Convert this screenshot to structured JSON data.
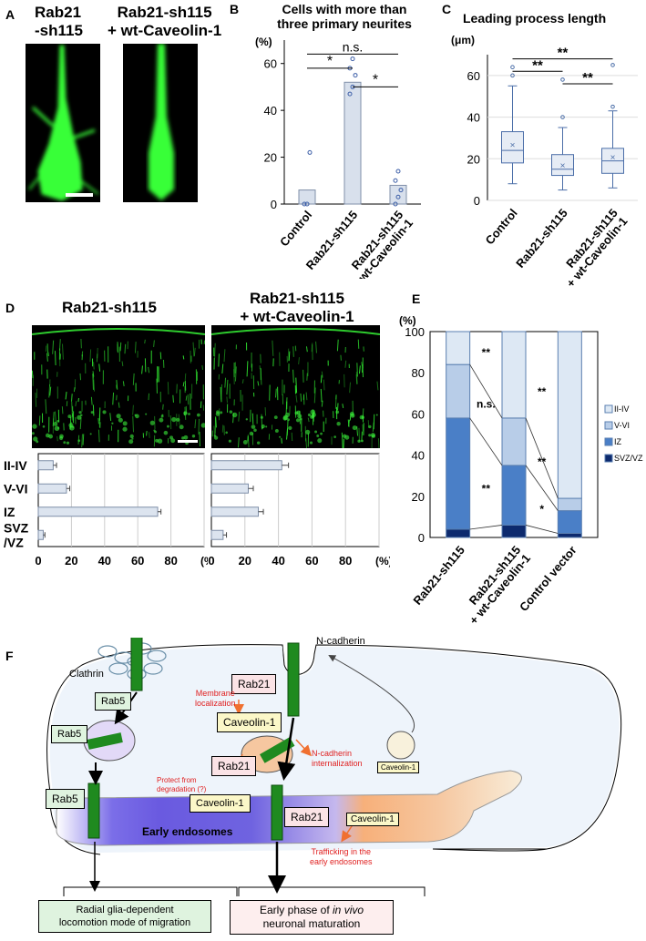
{
  "panel_labels": {
    "A": "A",
    "B": "B",
    "C": "C",
    "D": "D",
    "E": "E",
    "F": "F"
  },
  "panel_a": {
    "left_title_line1": "Rab21",
    "left_title_line2": "-sh115",
    "right_title_line1": "Rab21-sh115",
    "right_title_line2": "+ wt-Caveolin-1"
  },
  "panel_d": {
    "left_title": "Rab21-sh115",
    "right_title_line1": "Rab21-sh115",
    "right_title_line2": "+ wt-Caveolin-1"
  },
  "panel_f": {
    "labels": {
      "n_cadherin": "N-cadherin",
      "clathrin": "Clathrin",
      "rab5_a": "Rab5",
      "rab5_b": "Rab5",
      "rab5_c": "Rab5",
      "rab21_a": "Rab21",
      "rab21_b": "Rab21",
      "rab21_c": "Rab21",
      "caveolin_a": "Caveolin-1",
      "caveolin_b": "Caveolin-1",
      "caveolin_c": "Caveolin-1",
      "caveolin_d": "Caveolin-1",
      "membrane_line1": "Membrane",
      "membrane_line2": "localization",
      "internal_line1": "N-cadherin",
      "internal_line2": "internalization",
      "protect_line1": "Protect from",
      "protect_line2": "degradation (?)",
      "early_endosomes": "Early endosomes",
      "trafficking_line1": "Trafficking in the",
      "trafficking_line2": "early endosomes",
      "radial_line1": "Radial glia-dependent",
      "radial_line2": "locomotion mode of migration",
      "early_phase_pre": "Early phase of ",
      "early_phase_italic": "in vivo",
      "early_phase_line2": "neuronal maturation"
    }
  },
  "chart_data": [
    {
      "id": "B",
      "type": "bar",
      "title_line1": "Cells with more than",
      "title_line2": "three primary neurites",
      "ylabel": "(%)",
      "ylim": [
        0,
        70
      ],
      "yticks": [
        0,
        20,
        40,
        60
      ],
      "categories": [
        "Control",
        "Rab21-sh115",
        "Rab21-sh115\n+ wt-Caveolin-1"
      ],
      "values": [
        6,
        52,
        8
      ],
      "points": [
        [
          0,
          0,
          22
        ],
        [
          47,
          50,
          55,
          58,
          62
        ],
        [
          0,
          3,
          6,
          10,
          14
        ]
      ],
      "significance": [
        {
          "from": 0,
          "to": 1,
          "label": "*"
        },
        {
          "from": 1,
          "to": 2,
          "label": "*"
        },
        {
          "from": 0,
          "to": 2,
          "label": "n.s."
        }
      ],
      "colors": {
        "bar": "#d8e0ec",
        "point": "#3d5fa8"
      }
    },
    {
      "id": "C",
      "type": "box",
      "title": "Leading process length",
      "ylabel": "(μm)",
      "ylim": [
        0,
        70
      ],
      "yticks": [
        0,
        20,
        40,
        60
      ],
      "categories": [
        "Control",
        "Rab21-sh115",
        "Rab21-sh115\n+ wt-Caveolin-1"
      ],
      "boxes": [
        {
          "min": 8,
          "q1": 18,
          "median": 24,
          "q3": 33,
          "max": 55,
          "mean": 27,
          "outliers": [
            60,
            64
          ]
        },
        {
          "min": 5,
          "q1": 12,
          "median": 15,
          "q3": 22,
          "max": 35,
          "mean": 17,
          "outliers": [
            40,
            58
          ]
        },
        {
          "min": 6,
          "q1": 13,
          "median": 19,
          "q3": 25,
          "max": 43,
          "mean": 21,
          "outliers": [
            45,
            65
          ]
        }
      ],
      "significance": [
        {
          "from": 0,
          "to": 1,
          "label": "**"
        },
        {
          "from": 1,
          "to": 2,
          "label": "**"
        },
        {
          "from": 0,
          "to": 2,
          "label": "**"
        }
      ]
    },
    {
      "id": "D-left",
      "type": "bar",
      "orientation": "horizontal",
      "categories": [
        "II-IV",
        "V-VI",
        "IZ",
        "SVZ\n/VZ"
      ],
      "values": [
        9,
        17,
        72,
        3
      ],
      "errors": [
        2,
        2,
        2,
        1
      ],
      "xlim": [
        0,
        100
      ],
      "xticks": [
        0,
        20,
        40,
        60,
        80
      ],
      "xunit": "(%)"
    },
    {
      "id": "D-right",
      "type": "bar",
      "orientation": "horizontal",
      "categories": [
        "II-IV",
        "V-VI",
        "IZ",
        "SVZ\n/VZ"
      ],
      "values": [
        42,
        22,
        28,
        7
      ],
      "errors": [
        4,
        3,
        3,
        2
      ],
      "xlim": [
        0,
        100
      ],
      "xticks": [
        0,
        20,
        40,
        60,
        80
      ],
      "xunit": "(%)"
    },
    {
      "id": "E",
      "type": "stacked-bar",
      "ylabel": "(%)",
      "ylim": [
        0,
        100
      ],
      "yticks": [
        0,
        20,
        40,
        60,
        80,
        100
      ],
      "categories": [
        "Rab21-sh115",
        "Rab21-sh115\n+ wt-Caveolin-1",
        "Control vector"
      ],
      "series": [
        {
          "name": "SVZ/VZ",
          "values": [
            4,
            6,
            2
          ],
          "color": "#0d2a6e"
        },
        {
          "name": "IZ",
          "values": [
            54,
            29,
            11
          ],
          "color": "#4a7fc7"
        },
        {
          "name": "V-VI",
          "values": [
            26,
            23,
            6
          ],
          "color": "#b8cde8"
        },
        {
          "name": "II-IV",
          "values": [
            16,
            42,
            81
          ],
          "color": "#dde8f4"
        }
      ],
      "legend_order": [
        "II-IV",
        "V-VI",
        "IZ",
        "SVZ/VZ"
      ],
      "annotations": [
        "**",
        "n.s.",
        "**",
        "**",
        "**",
        "*"
      ]
    }
  ]
}
